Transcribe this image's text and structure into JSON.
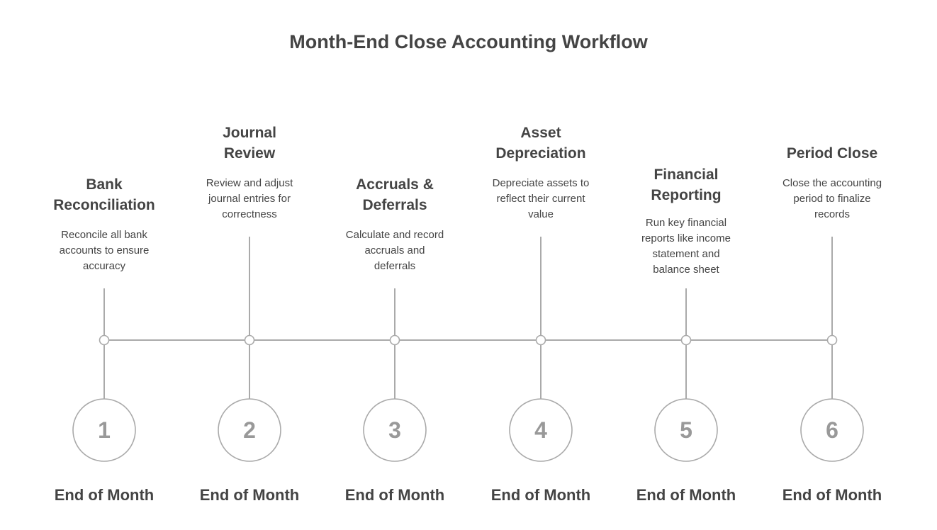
{
  "title": "Month-End Close Accounting Workflow",
  "colors": {
    "line": "#aaaaaa",
    "number_text": "#999999",
    "text": "#444444",
    "background": "#ffffff"
  },
  "steps": [
    {
      "number": "1",
      "title": "Bank\nReconciliation",
      "description": "Reconcile all bank\naccounts to ensure\naccuracy",
      "when": "End of Month"
    },
    {
      "number": "2",
      "title": "Journal\nReview",
      "description": "Review and adjust\njournal entries for\ncorrectness",
      "when": "End of Month"
    },
    {
      "number": "3",
      "title": "Accruals &\nDeferrals",
      "description": "Calculate and record\naccruals and\ndeferrals",
      "when": "End of Month"
    },
    {
      "number": "4",
      "title": "Asset\nDepreciation",
      "description": "Depreciate assets to\nreflect their current\nvalue",
      "when": "End of Month"
    },
    {
      "number": "5",
      "title": "Financial\nReporting",
      "description": "Run key financial\nreports like income\nstatement and\nbalance sheet",
      "when": "End of Month"
    },
    {
      "number": "6",
      "title": "Period Close",
      "description": "Close the accounting\nperiod to finalize\nrecords",
      "when": "End of Month"
    }
  ]
}
